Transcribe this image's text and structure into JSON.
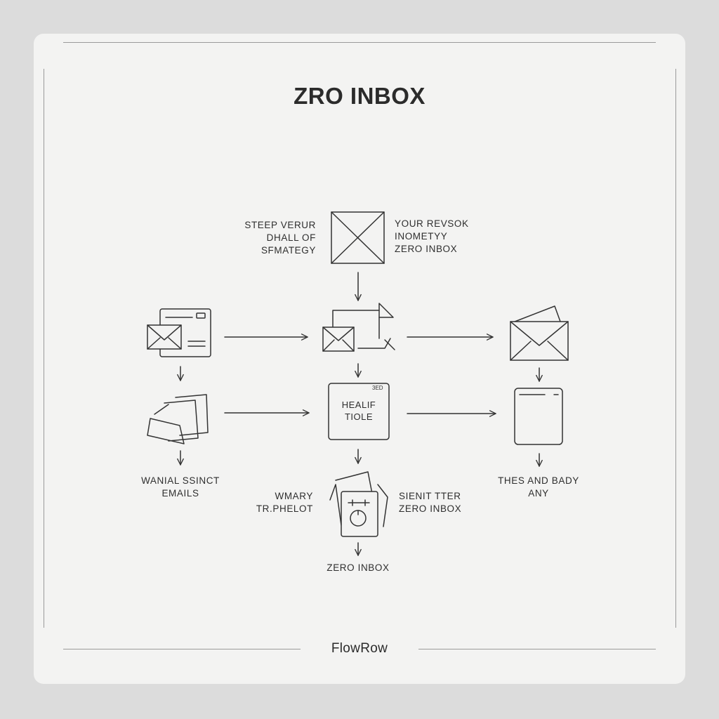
{
  "title": "ZRO INBOX",
  "footer": "FlowRow",
  "labels": {
    "top_left": [
      "STEEP VERUR",
      "DHALL OF",
      "SFMATEGY"
    ],
    "top_right": [
      "YOUR REVSOK",
      "INOMETYY",
      "ZERO INBOX"
    ],
    "left_bottom": [
      "WANIAL SSINCT",
      "EMAILS"
    ],
    "center_box": [
      "HEALIF",
      "TIOLE"
    ],
    "center_box_tag": "3ED",
    "center_left": [
      "WMARY",
      "TR.PHELOT"
    ],
    "center_right": [
      "SIENIT TTER",
      "ZERO INBOX"
    ],
    "bottom": "ZERO INBOX",
    "right_bottom": [
      "THES AND BADY",
      "ANY"
    ]
  }
}
